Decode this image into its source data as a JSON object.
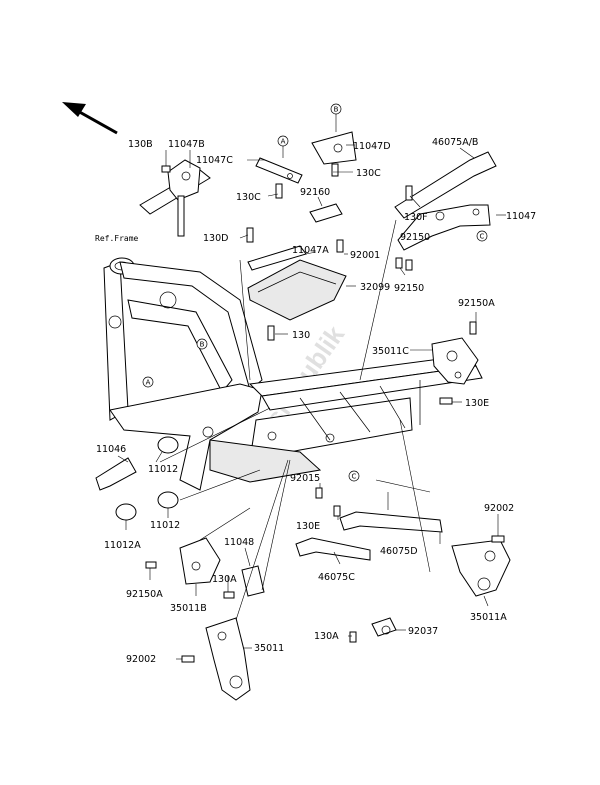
{
  "labels": {
    "130B": "130B",
    "11047B": "11047B",
    "11047C": "11047C",
    "11047D": "11047D",
    "46075AB": "46075A/B",
    "130C_a": "130C",
    "130C_b": "130C",
    "92160": "92160",
    "130F": "130F",
    "11047": "11047",
    "refFrame": "Ref.Frame",
    "130D": "130D",
    "11047A": "11047A",
    "92001": "92001",
    "92150_a": "92150",
    "92150_b": "92150",
    "32099": "32099",
    "130": "130",
    "92150A_top": "92150A",
    "35011C": "35011C",
    "130E_a": "130E",
    "11046": "11046",
    "11012_a": "11012",
    "92015": "92015",
    "11012_b": "11012",
    "130E_b": "130E",
    "11012A": "11012A",
    "11048": "11048",
    "92002_a": "92002",
    "46075D": "46075D",
    "46075C": "46075C",
    "130A_a": "130A",
    "92150A_bot": "92150A",
    "35011B": "35011B",
    "35011A": "35011A",
    "130A_b": "130A",
    "92037": "92037",
    "92002_b": "92002",
    "35011": "35011"
  },
  "refs": {
    "A": "A",
    "B": "B",
    "C": "C"
  },
  "watermark": "Partsrepublik",
  "icons": {
    "direction": "direction-arrow-icon"
  }
}
